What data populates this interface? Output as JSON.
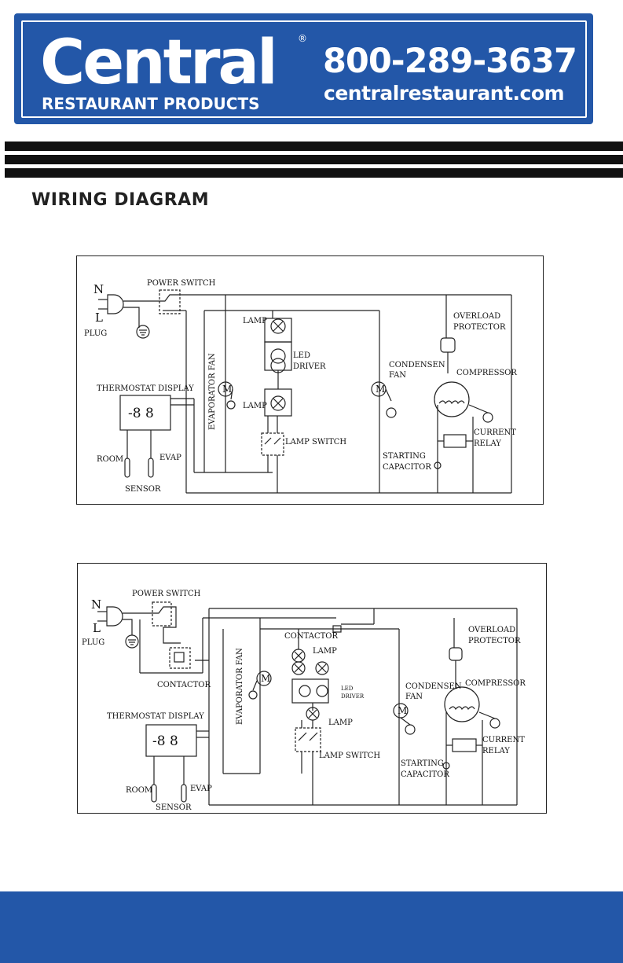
{
  "header": {
    "brand": "Central",
    "subtitle": "RESTAURANT PRODUCTS",
    "registered": "®",
    "phone": "800-289-3637",
    "website": "centralrestaurant.com"
  },
  "page_title": "WIRING DIAGRAM",
  "colors": {
    "brand_blue": "#2357a8",
    "line": "#222222"
  },
  "diagram1": {
    "n": "N",
    "l": "L",
    "power_switch": "POWER SWITCH",
    "plug": "PLUG",
    "thermostat_display": "THERMOSTAT DISPLAY",
    "display_digits": "-8 8",
    "room": "ROOM",
    "evap": "EVAP",
    "sensor": "SENSOR",
    "evaporator_fan": "EVAPORATOR FAN",
    "lamp1": "LAMP",
    "lamp2": "LAMP",
    "led_driver_1": "LED",
    "led_driver_2": "DRIVER",
    "lamp_switch": "LAMP SWITCH",
    "condensen_1": "CONDENSEN",
    "condensen_2": "FAN",
    "overload_1": "OVERLOAD",
    "overload_2": "PROTECTOR",
    "compressor": "COMPRESSOR",
    "current_1": "CURRENT",
    "current_2": "RELAY",
    "starting_1": "STARTING",
    "starting_2": "CAPACITOR",
    "motor": "M"
  },
  "diagram2": {
    "n": "N",
    "l": "L",
    "power_switch": "POWER SWITCH",
    "plug": "PLUG",
    "contactor_bottom": "CONTACTOR",
    "contactor_top": "CONTACTOR",
    "thermostat_display": "THERMOSTAT DISPLAY",
    "display_digits": "-8 8",
    "room": "ROOM",
    "evap": "EVAP",
    "sensor": "SENSOR",
    "evaporator_fan": "EVAPORATOR FAN",
    "lamp1": "LAMP",
    "lamp2": "LAMP",
    "led_driver_1": "LED",
    "led_driver_2": "DRIVER",
    "lamp_switch": "LAMP SWITCH",
    "condensen_1": "CONDENSEN",
    "condensen_2": "FAN",
    "overload_1": "OVERLOAD",
    "overload_2": "PROTECTOR",
    "compressor": "COMPRESSOR",
    "current_1": "CURRENT",
    "current_2": "RELAY",
    "starting_1": "STARTING",
    "starting_2": "CAPACITOR",
    "motor": "M"
  }
}
